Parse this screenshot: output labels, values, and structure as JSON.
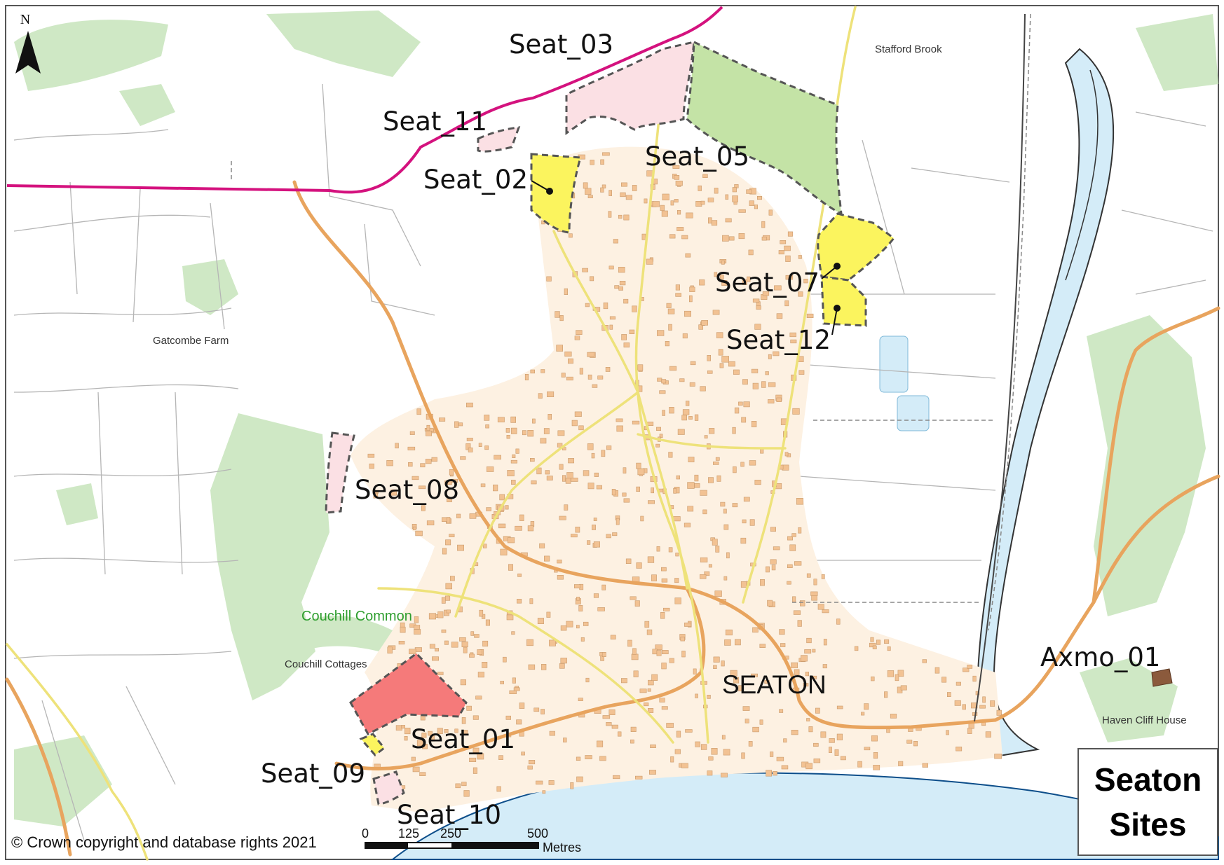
{
  "map": {
    "title_line1": "Seaton",
    "title_line2": "Sites",
    "north_label": "N",
    "copyright": "© Crown copyright and database rights 2021",
    "scale": {
      "ticks": [
        "0",
        "125",
        "250",
        "500"
      ],
      "unit": "Metres"
    },
    "icons": {
      "north": "north-arrow-icon"
    },
    "colors": {
      "site_yellow": "#fbf45e",
      "site_pink": "#fbe0e4",
      "site_red": "#f57a7a",
      "site_green": "#c4e3a6",
      "boundary_magenta": "#d4127e",
      "road_orange": "#e8a45e",
      "road_yellow": "#eee27a",
      "sea": "#d4ecf8",
      "woodland": "#cfe8c5",
      "buildings": "#f2c293"
    },
    "site_labels": [
      "Seat_03",
      "Seat_11",
      "Seat_05",
      "Seat_02",
      "Seat_07",
      "Seat_12",
      "Seat_08",
      "Seat_01",
      "Seat_09",
      "Seat_10",
      "Axmo_01"
    ],
    "place_names": {
      "stafford_brook": "Stafford Brook",
      "gatcombe_farm": "Gatcombe Farm",
      "couchill_common": "Couchill Common",
      "couchill_cottages": "Couchill Cottages",
      "seaton": "SEATON",
      "haven_cliff_house": "Haven Cliff House"
    }
  }
}
